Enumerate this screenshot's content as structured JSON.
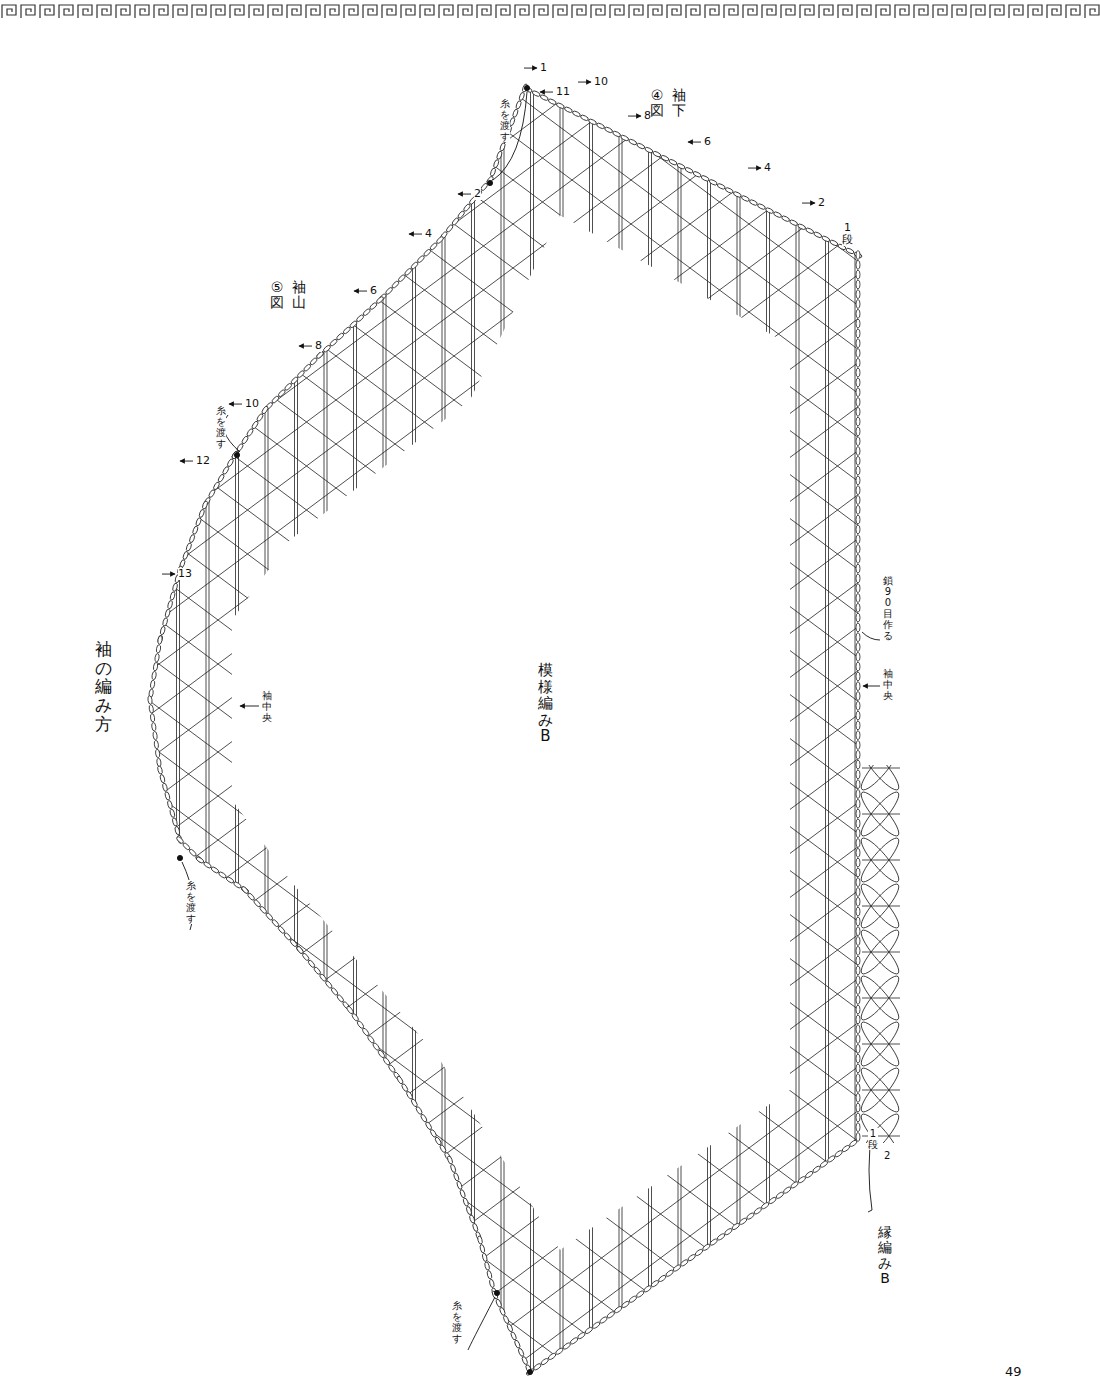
{
  "diagram": {
    "title": "袖の編み方",
    "labels": [
      "⑤図",
      "袖山",
      "④図",
      "袖下",
      "模様編みB",
      "袖中央",
      "袖中央",
      "鎖90目作る",
      "糸を渡す",
      "糸を渡す",
      "糸を渡す",
      "糸を渡す",
      "縁編みB",
      "1段",
      "2",
      "1",
      "11",
      "10",
      "8",
      "6",
      "4",
      "2",
      "1段",
      "2",
      "4",
      "6",
      "8",
      "10",
      "12",
      "13",
      "49"
    ]
  }
}
